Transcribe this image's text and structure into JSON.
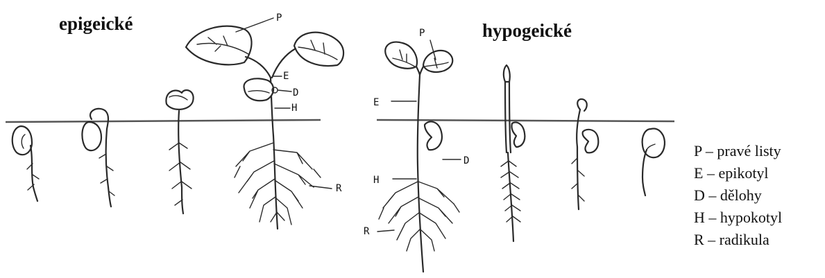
{
  "titles": {
    "epigeal": "epigeické",
    "hypogeal": "hypogeické"
  },
  "labels": {
    "epigeal": {
      "P": "P",
      "E": "E",
      "D": "D",
      "H": "H",
      "R": "R"
    },
    "hypogeal": {
      "P": "P",
      "E": "E",
      "D": "D",
      "H": "H",
      "R": "R"
    }
  },
  "legend": [
    {
      "text": "P – pravé listy"
    },
    {
      "text": "E – epikotyl"
    },
    {
      "text": "D – dělohy"
    },
    {
      "text": "H – hypokotyl"
    },
    {
      "text": "R – radikula"
    }
  ]
}
